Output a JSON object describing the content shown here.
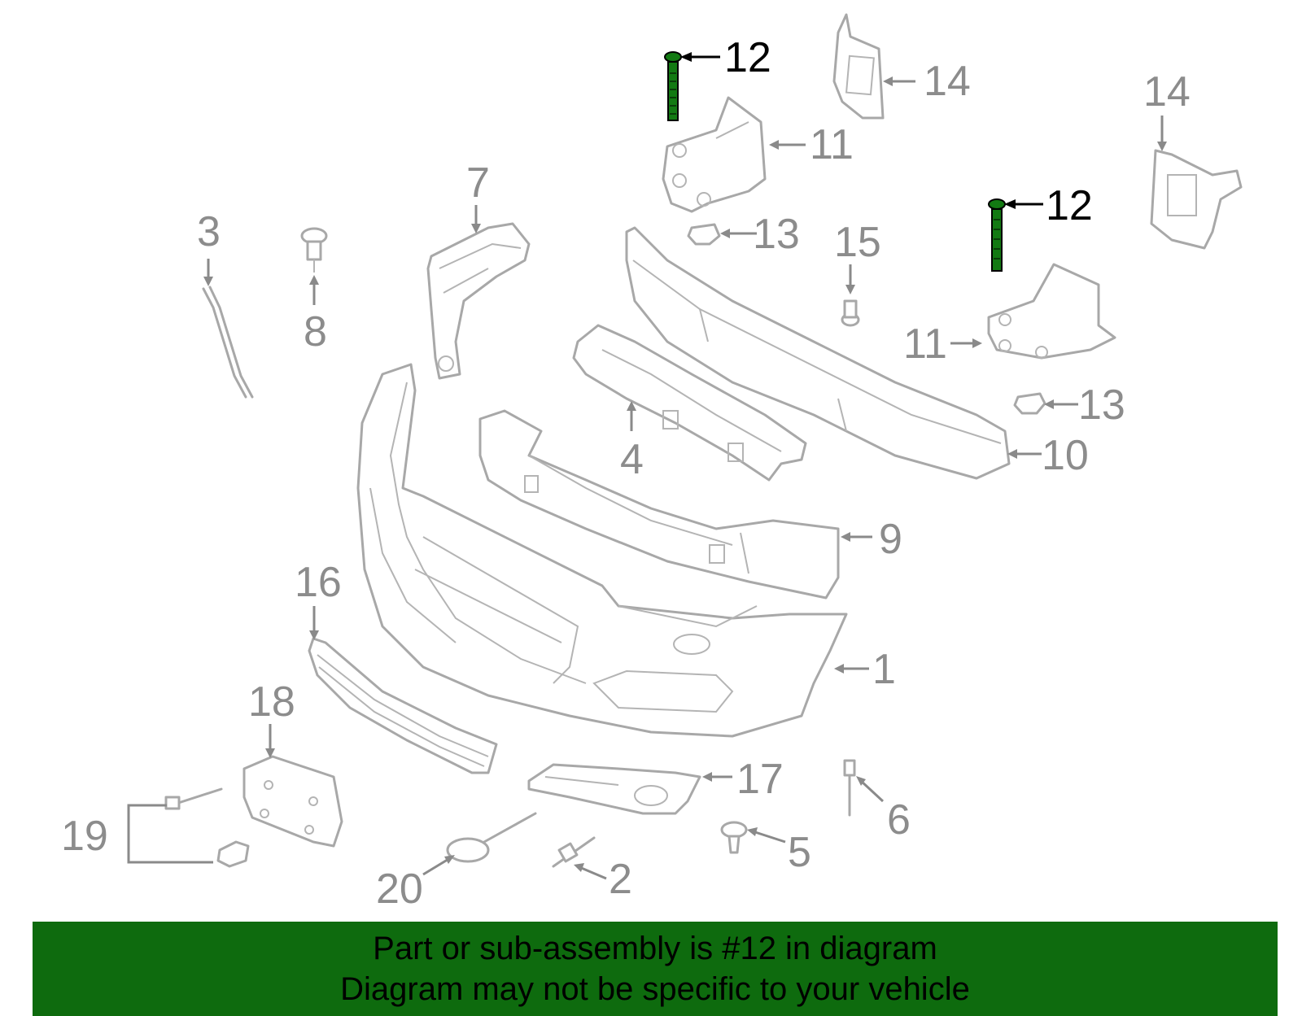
{
  "diagram": {
    "highlight_part": "12",
    "highlight_color": "#137a13",
    "labels": [
      {
        "id": "12a",
        "text": "12",
        "highlight": true
      },
      {
        "id": "12b",
        "text": "12",
        "highlight": true
      },
      {
        "id": "14a",
        "text": "14"
      },
      {
        "id": "14b",
        "text": "14"
      },
      {
        "id": "11a",
        "text": "11"
      },
      {
        "id": "11b",
        "text": "11"
      },
      {
        "id": "13a",
        "text": "13"
      },
      {
        "id": "13b",
        "text": "13"
      },
      {
        "id": "15",
        "text": "15"
      },
      {
        "id": "7",
        "text": "7"
      },
      {
        "id": "3",
        "text": "3"
      },
      {
        "id": "8",
        "text": "8"
      },
      {
        "id": "10",
        "text": "10"
      },
      {
        "id": "4",
        "text": "4"
      },
      {
        "id": "9",
        "text": "9"
      },
      {
        "id": "16",
        "text": "16"
      },
      {
        "id": "1",
        "text": "1"
      },
      {
        "id": "18",
        "text": "18"
      },
      {
        "id": "17",
        "text": "17"
      },
      {
        "id": "6",
        "text": "6"
      },
      {
        "id": "19",
        "text": "19"
      },
      {
        "id": "5",
        "text": "5"
      },
      {
        "id": "2",
        "text": "2"
      },
      {
        "id": "20",
        "text": "20"
      }
    ]
  },
  "banner": {
    "line1": "Part or sub-assembly is #12 in diagram",
    "line2": "Diagram may not be specific to your vehicle",
    "background": "#0e6b0e"
  }
}
